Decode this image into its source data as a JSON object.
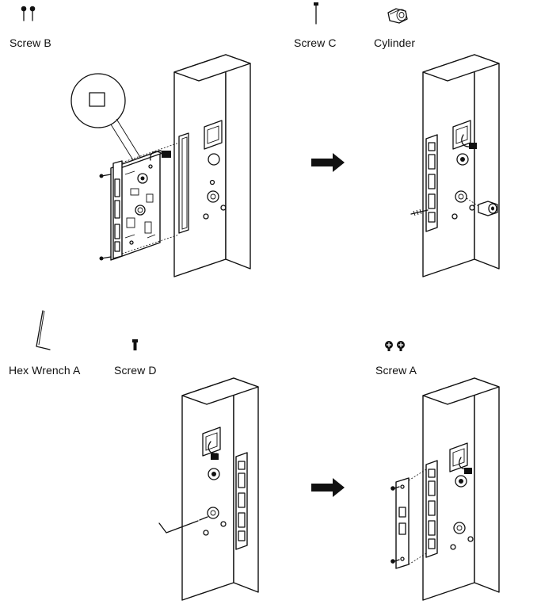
{
  "labels": {
    "screw_b": "Screw B",
    "screw_c": "Screw C",
    "cylinder": "Cylinder",
    "hex_wrench_a": "Hex Wrench A",
    "screw_d": "Screw D",
    "screw_a": "Screw A"
  },
  "icons": {
    "arrow": "right-arrow-icon",
    "screw": "screw-icon",
    "cylinder": "cylinder-icon",
    "hex_wrench": "hex-wrench-icon"
  },
  "colors": {
    "line": "#111111",
    "background": "#ffffff"
  }
}
